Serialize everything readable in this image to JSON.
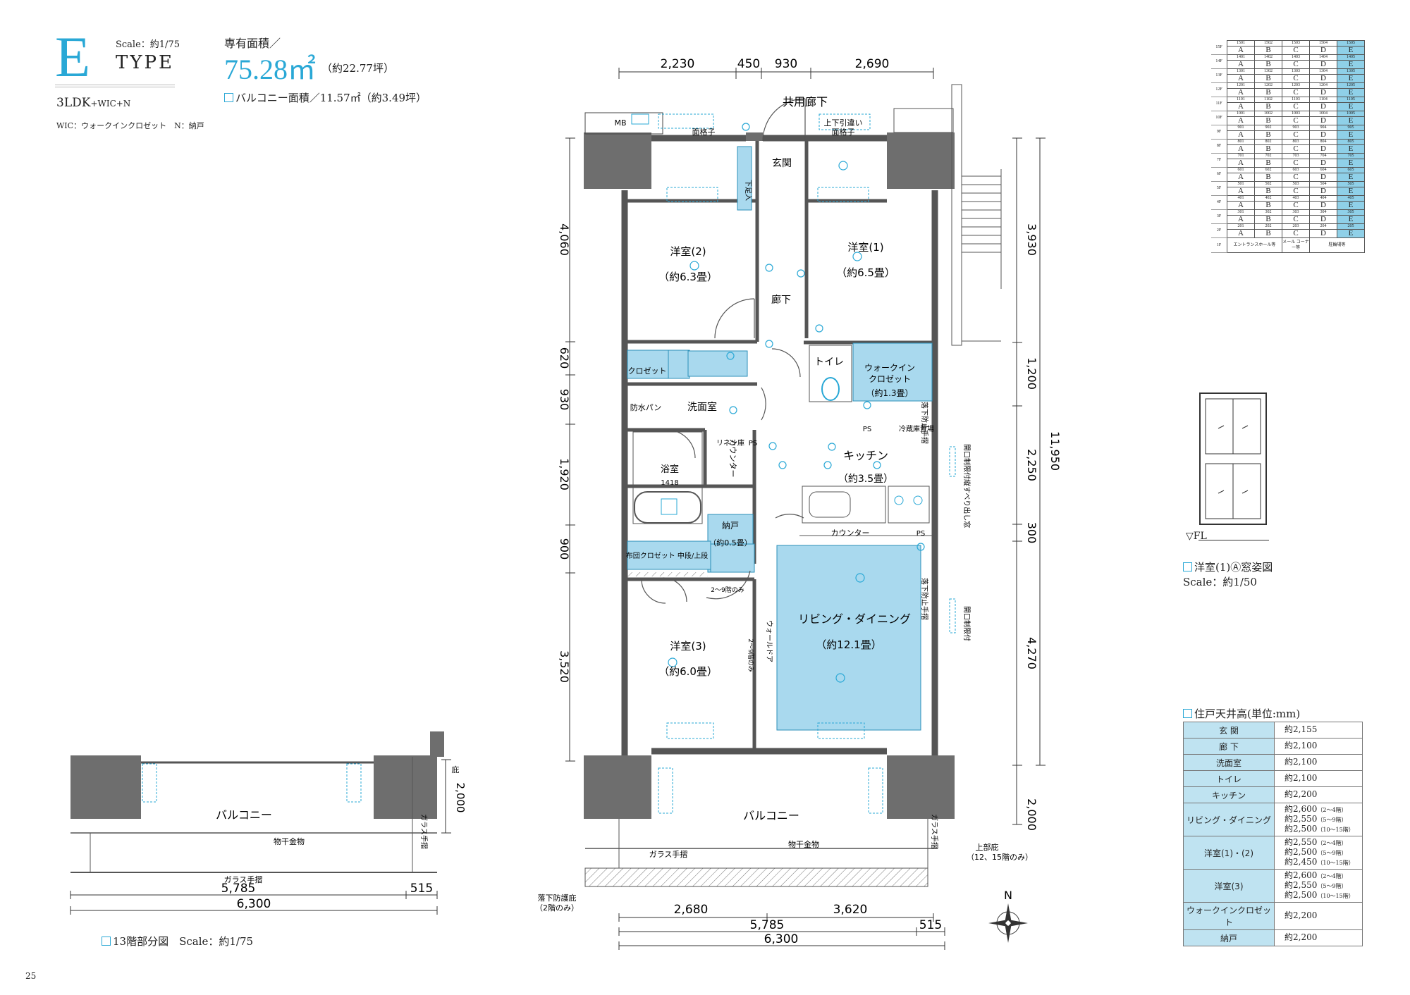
{
  "header": {
    "type_letter": "E",
    "scale_note": "Scale：約1/75",
    "type_word": "TYPE",
    "layout": "3LDK",
    "layout_suffix": "+WIC+N",
    "abbreviations": "WIC：ウォークインクロゼット　N：納戸",
    "area_label": "専有面積／",
    "area_value": "75.28㎡",
    "area_tsubo": "（約22.77坪）",
    "balcony_area": "バルコニー面積／11.57㎡（約3.49坪）"
  },
  "plan": {
    "rooms": {
      "western1": "洋室(1)",
      "western1_size": "（約6.5畳）",
      "western2": "洋室(2)",
      "western2_size": "（約6.3畳）",
      "western3": "洋室(3)",
      "western3_size": "（約6.0畳）",
      "ldk": "リビング・ダイニング",
      "ldk_size": "（約12.1畳）",
      "kitchen": "キッチン",
      "kitchen_size": "（約3.5畳）",
      "entrance": "玄関",
      "hallway": "廊下",
      "toilet": "トイレ",
      "wic": "ウォークイン",
      "wic2": "クロゼット",
      "wic_size": "（約1.3畳）",
      "washroom": "洗面室",
      "bathroom": "浴室",
      "bathroom_code": "1418",
      "storage": "納戸",
      "storage_size": "（約0.5畳）",
      "closet": "クロゼット",
      "futon_closet": "布団クロゼット 中段/上段",
      "linen": "リネン庫",
      "waterproof_pan": "防水パン",
      "counter": "カウンター",
      "counter_v": "カウンター",
      "balcony": "バルコニー",
      "common_corridor": "共用廊下",
      "mb": "MB",
      "shoe_box": "下足入",
      "fridge": "冷蔵庫置場",
      "ps": "PS",
      "lattice": "面格子",
      "sliding_lattice": "上下引違い",
      "sliding_lattice2": "面格子",
      "glass_rail": "ガラス手摺",
      "drying_hardware": "物干金物",
      "fall_guard": "落下防止手摺",
      "opening_limiter": "開口制限付",
      "opening_limiter_slide": "開口制限付縦すべり出し窓",
      "wall_door": "ウォールドア",
      "floors_2_9": "2〜9階のみ",
      "fall_guard_eave": "落下防護庇",
      "fall_guard_eave_note": "（2階のみ）",
      "upper_eave": "上部庇",
      "upper_eave_note": "（12、15階のみ）"
    },
    "dims_top": [
      "2,230",
      "450",
      "930",
      "2,690"
    ],
    "dims_left": [
      "4,060",
      "620",
      "930",
      "1,920",
      "900",
      "3,520"
    ],
    "dims_right": [
      "3,930",
      "1,200",
      "2,250",
      "300",
      "4,270",
      "2,000"
    ],
    "dim_total_height": "11,950",
    "dims_bottom_row1": [
      "2,680",
      "3,620"
    ],
    "dims_bottom_row2": [
      "5,785",
      "515"
    ],
    "dims_bottom_total": "6,300",
    "north": "N"
  },
  "partial": {
    "balcony": "バルコニー",
    "drying_hardware": "物干金物",
    "glass_rail": "ガラス手摺",
    "glass_rail_v": "ガラス手摺",
    "eave": "庇",
    "dim_height": "2,000",
    "dims": [
      "5,785",
      "515"
    ],
    "total": "6,300",
    "caption": "13階部分図　Scale：約1/75"
  },
  "unit_chart": {
    "floors": [
      {
        "floor": "15F",
        "nums": [
          "1501",
          "1502",
          "1503",
          "1504",
          "1505"
        ]
      },
      {
        "floor": "14F",
        "nums": [
          "1401",
          "1402",
          "1403",
          "1404",
          "1405"
        ]
      },
      {
        "floor": "13F",
        "nums": [
          "1301",
          "1302",
          "1303",
          "1304",
          "1305"
        ]
      },
      {
        "floor": "12F",
        "nums": [
          "1201",
          "1202",
          "1203",
          "1204",
          "1205"
        ]
      },
      {
        "floor": "11F",
        "nums": [
          "1101",
          "1102",
          "1103",
          "1104",
          "1105"
        ]
      },
      {
        "floor": "10F",
        "nums": [
          "1001",
          "1002",
          "1003",
          "1004",
          "1005"
        ]
      },
      {
        "floor": "9F",
        "nums": [
          "901",
          "902",
          "903",
          "904",
          "905"
        ]
      },
      {
        "floor": "8F",
        "nums": [
          "801",
          "802",
          "803",
          "804",
          "805"
        ]
      },
      {
        "floor": "7F",
        "nums": [
          "701",
          "702",
          "703",
          "704",
          "705"
        ]
      },
      {
        "floor": "6F",
        "nums": [
          "601",
          "602",
          "603",
          "604",
          "605"
        ]
      },
      {
        "floor": "5F",
        "nums": [
          "501",
          "502",
          "503",
          "504",
          "505"
        ]
      },
      {
        "floor": "4F",
        "nums": [
          "401",
          "402",
          "403",
          "404",
          "405"
        ]
      },
      {
        "floor": "3F",
        "nums": [
          "301",
          "302",
          "303",
          "304",
          "305"
        ]
      },
      {
        "floor": "2F",
        "nums": [
          "201",
          "202",
          "203",
          "204",
          "205"
        ]
      }
    ],
    "types": [
      "A",
      "B",
      "C",
      "D",
      "E"
    ],
    "highlight_type": "E",
    "ground_floor": "1F",
    "ground_cells": [
      "エントランスホール等",
      "メール コーナー等",
      "駐輪場等"
    ]
  },
  "window": {
    "fl": "▽FL",
    "caption": "洋室(1)Ⓐ窓姿図",
    "scale": "Scale：約1/50"
  },
  "ceiling": {
    "title": "住戸天井高(単位:mm)",
    "rows": [
      {
        "room": "玄 関",
        "values": [
          {
            "v": "約2,155",
            "note": ""
          }
        ]
      },
      {
        "room": "廊 下",
        "values": [
          {
            "v": "約2,100",
            "note": ""
          }
        ]
      },
      {
        "room": "洗面室",
        "values": [
          {
            "v": "約2,100",
            "note": ""
          }
        ]
      },
      {
        "room": "トイレ",
        "values": [
          {
            "v": "約2,100",
            "note": ""
          }
        ]
      },
      {
        "room": "キッチン",
        "values": [
          {
            "v": "約2,200",
            "note": ""
          }
        ]
      },
      {
        "room": "リビング・ダイニング",
        "values": [
          {
            "v": "約2,600",
            "note": "（2〜4階）"
          },
          {
            "v": "約2,550",
            "note": "（5〜9階）"
          },
          {
            "v": "約2,500",
            "note": "（10〜15階）"
          }
        ]
      },
      {
        "room": "洋室(1)・(2)",
        "values": [
          {
            "v": "約2,550",
            "note": "（2〜4階）"
          },
          {
            "v": "約2,500",
            "note": "（5〜9階）"
          },
          {
            "v": "約2,450",
            "note": "（10〜15階）"
          }
        ]
      },
      {
        "room": "洋室(3)",
        "values": [
          {
            "v": "約2,600",
            "note": "（2〜4階）"
          },
          {
            "v": "約2,550",
            "note": "（5〜9階）"
          },
          {
            "v": "約2,500",
            "note": "（10〜15階）"
          }
        ]
      },
      {
        "room": "ウォークインクロゼット",
        "values": [
          {
            "v": "約2,200",
            "note": ""
          }
        ]
      },
      {
        "room": "納戸",
        "values": [
          {
            "v": "約2,200",
            "note": ""
          }
        ]
      }
    ]
  },
  "page_number": "25",
  "colors": {
    "accent": "#29a8d6",
    "room_fill": "#a9d9ee",
    "wall": "#6e6e6e"
  }
}
